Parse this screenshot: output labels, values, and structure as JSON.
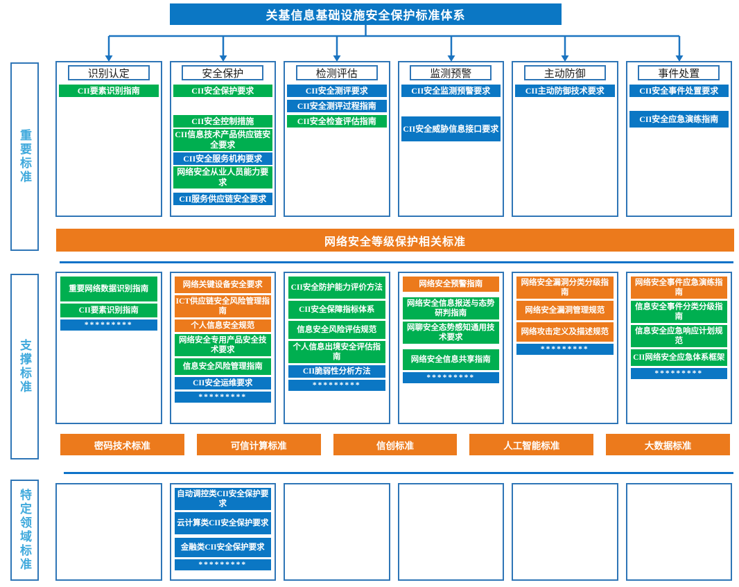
{
  "title": "关基信息基础设施安全保护标准体系",
  "sidebar": {
    "sections": [
      {
        "label": "重要标准"
      },
      {
        "label": "支撑标准"
      },
      {
        "label": "特定领域标准"
      }
    ]
  },
  "bands": {
    "dengbao": "网络安全等级保护相关标准",
    "supporting": [
      "密码技术标准",
      "可信计算标准",
      "信创标准",
      "人工智能标准",
      "大数据标准"
    ]
  },
  "dots": "*********",
  "colors": {
    "blue": "#0b77c4",
    "green": "#00af50",
    "orange": "#ec7a1c",
    "border": "#2e75b6",
    "line": "#0e72c8",
    "arrow": "#1b74c0",
    "sbtext": "#3fa9dc"
  },
  "rows": [
    {
      "id": "row1",
      "name": "important-standards-row",
      "columns": [
        {
          "header": "识别认定",
          "items": [
            {
              "label": "CII要素识别指南",
              "color": "green"
            }
          ]
        },
        {
          "header": "安全保护",
          "items": [
            {
              "label": "CII安全保护要求",
              "color": "green"
            },
            {
              "label": "CII安全控制措施",
              "color": "green",
              "gap": 26
            },
            {
              "label": "CII信息技术产品供应链安全要求",
              "color": "green",
              "lines": 2
            },
            {
              "label": "CII安全服务机构要求",
              "color": "blue"
            },
            {
              "label": "网络安全从业人员能力要求",
              "color": "green",
              "lines": 2
            },
            {
              "label": "CII服务供应链安全要求",
              "color": "blue",
              "gap": 6
            }
          ]
        },
        {
          "header": "检测评估",
          "items": [
            {
              "label": "CII安全测评要求",
              "color": "blue"
            },
            {
              "label": "CII安全测评过程指南",
              "color": "blue",
              "gap": 4
            },
            {
              "label": "CII安全检查评估指南",
              "color": "green",
              "gap": 4
            }
          ]
        },
        {
          "header": "监测预警",
          "items": [
            {
              "label": "CII安全监测预警要求",
              "color": "blue"
            },
            {
              "label": "CII安全威胁信息接口要求",
              "color": "blue",
              "h": 36,
              "gap": 28
            }
          ]
        },
        {
          "header": "主动防御",
          "items": [
            {
              "label": "CII主动防御技术要求",
              "color": "blue"
            }
          ]
        },
        {
          "header": "事件处置",
          "items": [
            {
              "label": "CII安全事件处置要求",
              "color": "blue"
            },
            {
              "label": "CII安全应急演练指南",
              "color": "blue",
              "h": 24,
              "gap": 20
            }
          ]
        }
      ]
    },
    {
      "id": "row2",
      "name": "supporting-standards-row",
      "columns": [
        {
          "dots": true,
          "items": [
            {
              "label": "重要网络数据识别指南",
              "color": "green",
              "h": 36
            },
            {
              "label": "CII要素识别指南",
              "color": "green",
              "h": 20
            }
          ]
        },
        {
          "dots": true,
          "items": [
            {
              "label": "网络关键设备安全要求",
              "color": "orange",
              "h": 24
            },
            {
              "label": "ICT供应链安全风险管理指南",
              "color": "orange",
              "lines": 2
            },
            {
              "label": "个人信息安全规范",
              "color": "orange"
            },
            {
              "label": "网络安全专用产品安全技术要求",
              "color": "green",
              "lines": 2
            },
            {
              "label": "信息安全风险管理指南",
              "color": "green",
              "h": 24
            },
            {
              "label": "CII安全运维要求",
              "color": "blue"
            }
          ]
        },
        {
          "dots": true,
          "items": [
            {
              "label": "CII安全防护能力评价方法",
              "color": "green",
              "lines": 2
            },
            {
              "label": "CII安全保障指标体系",
              "color": "green",
              "h": 26
            },
            {
              "label": "信息安全风险评估规范",
              "color": "green",
              "h": 26
            },
            {
              "label": "个人信息出境安全评估指南",
              "color": "green",
              "lines": 2
            },
            {
              "label": "CII脆弱性分析方法",
              "color": "blue"
            }
          ]
        },
        {
          "dots": true,
          "items": [
            {
              "label": "网络安全预警指南",
              "color": "orange",
              "h": 22
            },
            {
              "label": "网络安全信息报送与态势研判指南",
              "color": "green",
              "lines": 2,
              "gap": 8
            },
            {
              "label": "网聊安全态势感知通用技术要求",
              "color": "green",
              "lines": 2
            },
            {
              "label": "网络安全信息共享指南",
              "color": "green",
              "h": 30,
              "gap": 8
            }
          ]
        },
        {
          "dots": true,
          "items": [
            {
              "label": "网络安全漏洞分类分级指南",
              "color": "orange",
              "lines": 2
            },
            {
              "label": "网络安全漏洞管理规范",
              "color": "orange",
              "h": 28
            },
            {
              "label": "网络攻击定义及描述规范",
              "color": "orange",
              "h": 28
            }
          ]
        },
        {
          "dots": true,
          "items": [
            {
              "label": "网络安全事件应急演练指南",
              "color": "orange",
              "lines": 2
            },
            {
              "label": "信息安全事件分类分级指南",
              "color": "green",
              "lines": 2
            },
            {
              "label": "信息安全应急响应计划规范",
              "color": "green",
              "lines": 2
            },
            {
              "label": "CII网络安全应急体系框架",
              "color": "green",
              "h": 24
            }
          ]
        }
      ]
    },
    {
      "id": "row3",
      "name": "domain-standards-row",
      "columns": [
        {
          "items": []
        },
        {
          "dots": true,
          "items": [
            {
              "label": "自动调控类CII安全保护要求",
              "color": "blue",
              "lines": 2
            },
            {
              "label": "云计算类CII安全保护要求",
              "color": "blue",
              "lines": 2
            },
            {
              "label": "金融类CII安全保护要求",
              "color": "blue",
              "h": 28,
              "gap": 5
            }
          ]
        },
        {
          "items": []
        },
        {
          "items": []
        },
        {
          "items": []
        },
        {
          "items": []
        }
      ]
    }
  ]
}
